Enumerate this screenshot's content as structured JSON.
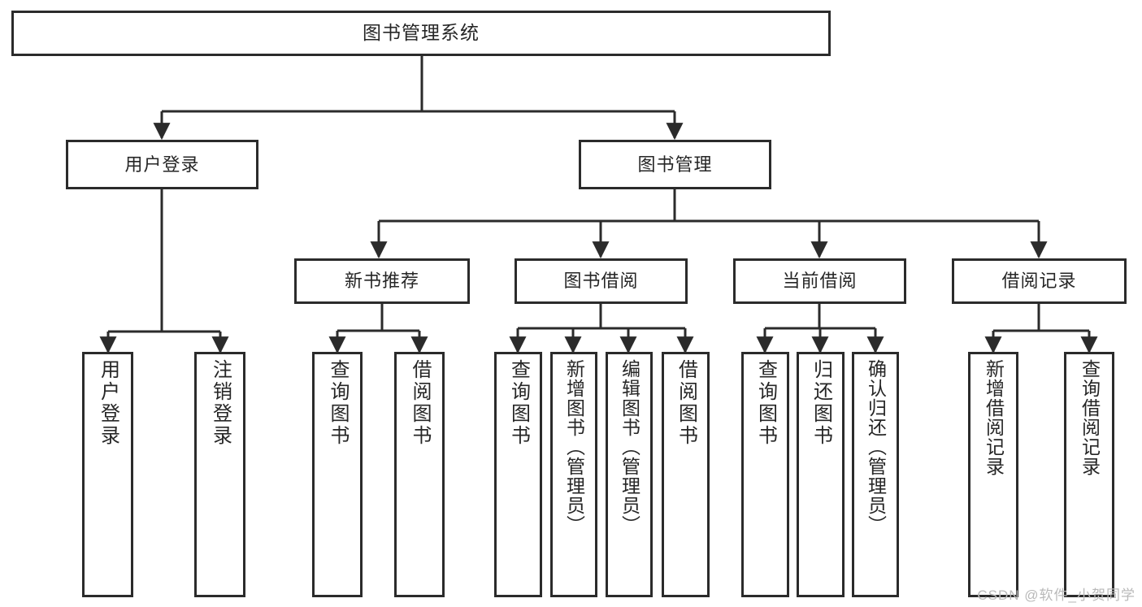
{
  "diagram": {
    "title": "图书管理系统",
    "watermark": "CSDN @软件_小贺同学",
    "colors": {
      "box_border": "#2b2b2b",
      "box_fill": "#ffffff",
      "text": "#262626",
      "edge": "#2b2b2b",
      "watermark": "#b9b9b9",
      "background": "#ffffff"
    },
    "root": {
      "label": "图书管理系统"
    },
    "level2": [
      {
        "label": "用户登录"
      },
      {
        "label": "图书管理"
      }
    ],
    "level3": [
      {
        "label": "新书推荐"
      },
      {
        "label": "图书借阅"
      },
      {
        "label": "当前借阅"
      },
      {
        "label": "借阅记录"
      }
    ],
    "leaves": {
      "user_login": [
        {
          "label": "用户登录"
        },
        {
          "label": "注销登录"
        }
      ],
      "new_book_recommend": [
        {
          "label": "查询图书"
        },
        {
          "label": "借阅图书"
        }
      ],
      "book_borrow": [
        {
          "label": "查询图书"
        },
        {
          "label": "新增图书（管理员）"
        },
        {
          "label": "编辑图书（管理员）"
        },
        {
          "label": "借阅图书"
        }
      ],
      "current_borrow": [
        {
          "label": "查询图书"
        },
        {
          "label": "归还图书"
        },
        {
          "label": "确认归还（管理员）"
        }
      ],
      "borrow_record": [
        {
          "label": "新增借阅记录"
        },
        {
          "label": "查询借阅记录"
        }
      ]
    }
  },
  "chart_data": {
    "type": "diagram",
    "title": "图书管理系统",
    "layout": "top-down tree",
    "nodes": [
      {
        "id": "root",
        "label": "图书管理系统",
        "level": 0
      },
      {
        "id": "n_user_login",
        "label": "用户登录",
        "level": 1
      },
      {
        "id": "n_book_mgmt",
        "label": "图书管理",
        "level": 1
      },
      {
        "id": "n_new_book",
        "label": "新书推荐",
        "level": 2
      },
      {
        "id": "n_book_borrow",
        "label": "图书借阅",
        "level": 2
      },
      {
        "id": "n_current_borrow",
        "label": "当前借阅",
        "level": 2
      },
      {
        "id": "n_borrow_record",
        "label": "借阅记录",
        "level": 2
      },
      {
        "id": "l_login",
        "label": "用户登录",
        "level": 3
      },
      {
        "id": "l_logout",
        "label": "注销登录",
        "level": 3
      },
      {
        "id": "l_query1",
        "label": "查询图书",
        "level": 3
      },
      {
        "id": "l_borrow1",
        "label": "借阅图书",
        "level": 3
      },
      {
        "id": "l_query2",
        "label": "查询图书",
        "level": 3
      },
      {
        "id": "l_add_book",
        "label": "新增图书（管理员）",
        "level": 3
      },
      {
        "id": "l_edit_book",
        "label": "编辑图书（管理员）",
        "level": 3
      },
      {
        "id": "l_borrow2",
        "label": "借阅图书",
        "level": 3
      },
      {
        "id": "l_query3",
        "label": "查询图书",
        "level": 3
      },
      {
        "id": "l_return",
        "label": "归还图书",
        "level": 3
      },
      {
        "id": "l_confirm_return",
        "label": "确认归还（管理员）",
        "level": 3
      },
      {
        "id": "l_add_record",
        "label": "新增借阅记录",
        "level": 3
      },
      {
        "id": "l_query_record",
        "label": "查询借阅记录",
        "level": 3
      }
    ],
    "edges": [
      [
        "root",
        "n_user_login"
      ],
      [
        "root",
        "n_book_mgmt"
      ],
      [
        "n_book_mgmt",
        "n_new_book"
      ],
      [
        "n_book_mgmt",
        "n_book_borrow"
      ],
      [
        "n_book_mgmt",
        "n_current_borrow"
      ],
      [
        "n_book_mgmt",
        "n_borrow_record"
      ],
      [
        "n_user_login",
        "l_login"
      ],
      [
        "n_user_login",
        "l_logout"
      ],
      [
        "n_new_book",
        "l_query1"
      ],
      [
        "n_new_book",
        "l_borrow1"
      ],
      [
        "n_book_borrow",
        "l_query2"
      ],
      [
        "n_book_borrow",
        "l_add_book"
      ],
      [
        "n_book_borrow",
        "l_edit_book"
      ],
      [
        "n_book_borrow",
        "l_borrow2"
      ],
      [
        "n_current_borrow",
        "l_query3"
      ],
      [
        "n_current_borrow",
        "l_return"
      ],
      [
        "n_current_borrow",
        "l_confirm_return"
      ],
      [
        "n_borrow_record",
        "l_add_record"
      ],
      [
        "n_borrow_record",
        "l_query_record"
      ]
    ]
  }
}
